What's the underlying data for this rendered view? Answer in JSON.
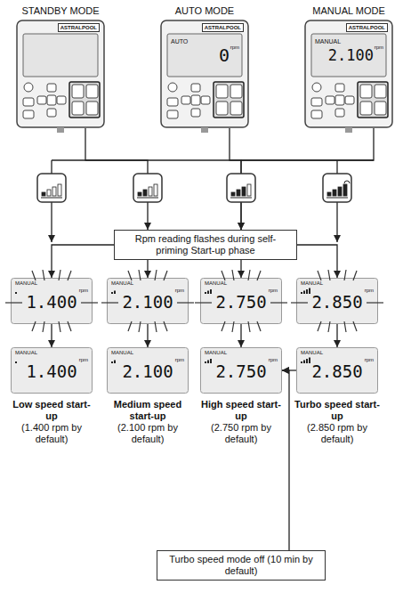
{
  "diagram": {
    "nodes": [
      {
        "text": [
          "STANDBY MODE",
          "ASTRALPOOL"
        ]
      },
      {
        "text": [
          "AUTO MODE",
          "ASTRALPOOL",
          "AUTO",
          "0",
          "rpm"
        ]
      },
      {
        "text": [
          "MANUAL MODE",
          "ASTRALPOOL",
          "MANUAL",
          "2.100",
          "rpm"
        ]
      },
      {
        "text": [
          "Rpm reading flashes during self-priming Start-up phase"
        ]
      },
      {
        "text": [
          "MANUAL",
          "1.400",
          "rpm"
        ]
      },
      {
        "text": [
          "MANUAL",
          "2.100",
          "rpm"
        ]
      },
      {
        "text": [
          "MANUAL",
          "2.750",
          "rpm"
        ]
      },
      {
        "text": [
          "MANUAL",
          "2.850",
          "rpm"
        ]
      },
      {
        "text": [
          "MANUAL",
          "1.400",
          "rpm",
          "Low speed start-up",
          "(1.400 rpm by default)"
        ]
      },
      {
        "text": [
          "MANUAL",
          "2.100",
          "rpm",
          "Medium speed start-up",
          "(2.100 rpm by default)"
        ]
      },
      {
        "text": [
          "MANUAL",
          "2.750",
          "rpm",
          "High speed start-up",
          "(2.750 rpm by default)"
        ]
      },
      {
        "text": [
          "MANUAL",
          "2.850",
          "rpm",
          "Turbo speed start-up",
          "(2.850 rpm by default)"
        ]
      },
      {
        "text": [
          "Turbo speed mode off (10 min by default)"
        ]
      }
    ],
    "edges": [
      {
        "from": 0,
        "to": 3,
        "arrow": "to"
      },
      {
        "from": 1,
        "to": 3,
        "arrow": "to"
      },
      {
        "from": 2,
        "to": 3,
        "arrow": "to"
      },
      {
        "from": 3,
        "to": 4,
        "arrow": "to"
      },
      {
        "from": 3,
        "to": 5,
        "arrow": "to"
      },
      {
        "from": 3,
        "to": 6,
        "arrow": "to"
      },
      {
        "from": 3,
        "to": 7,
        "arrow": "to"
      },
      {
        "from": 4,
        "to": 8,
        "arrow": "to"
      },
      {
        "from": 5,
        "to": 9,
        "arrow": "to"
      },
      {
        "from": 6,
        "to": 10,
        "arrow": "to"
      },
      {
        "from": 7,
        "to": 11,
        "arrow": "to"
      },
      {
        "from": 11,
        "to": 10,
        "arrow": "to"
      },
      {
        "from": 12,
        "to": 10,
        "arrow": "to"
      }
    ]
  }
}
